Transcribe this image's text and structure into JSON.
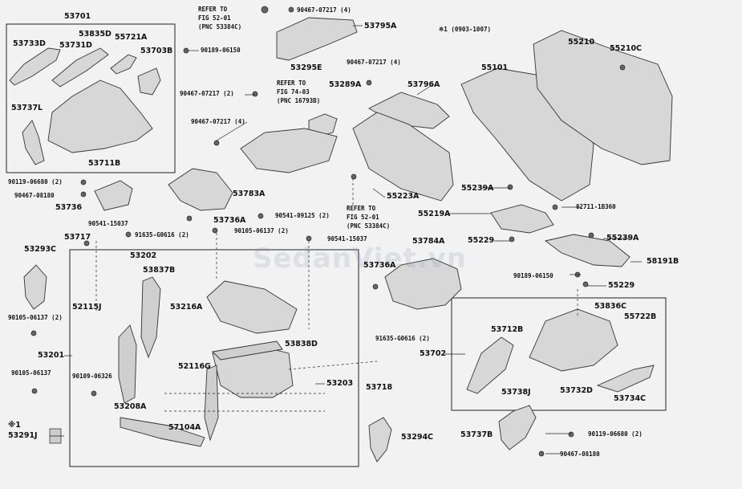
{
  "watermark": "SedanViet.vn",
  "note_range": "※1 (0903-1007)",
  "note_mark_left": "※1",
  "labels": {
    "p53701": "53701",
    "p53733D": "53733D",
    "p53835D": "53835D",
    "p53731D": "53731D",
    "p55721A": "55721A",
    "p53703B": "53703B",
    "p90189_06150_top": "90189-06150",
    "p53737L": "53737L",
    "p53711B": "53711B",
    "p90119_06680_L": "90119-06680 (2)",
    "p90467_08180_L": "90467-08180",
    "p53736": "53736",
    "p90541_15037_a": "90541-15037",
    "p53717": "53717",
    "p91635_G0616_a": "91635-G0616 (2)",
    "p53293C": "53293C",
    "p90105_06137_2L": "90105-06137 (2)",
    "p52115J": "52115J",
    "p53201": "53201",
    "p90105_06137_L": "90105-06137",
    "p90109_06326": "90109-06326",
    "p53291J": "53291J",
    "p53202": "53202",
    "p53837B": "53837B",
    "p53216A": "53216A",
    "p52116G": "52116G",
    "p53208A": "53208A",
    "p57104A": "57104A",
    "p53838D": "53838D",
    "p53203": "53203",
    "ref1_a": "REFER TO",
    "ref1_b": "FIG 52-01",
    "ref1_c": "(PNC 53384C)",
    "p90467_07217_4_top": "90467-07217 (4)",
    "p53795A": "53795A",
    "p53295E": "53295E",
    "ref2_a": "REFER TO",
    "ref2_b": "FIG 74-03",
    "ref2_c": "(PNC 16793B)",
    "p53289A": "53289A",
    "p90467_07217_2": "90467-07217 (2)",
    "p90467_07217_4_mid": "90467-07217 (4)",
    "p90467_07217_4_r": "90467-07217 (4)",
    "p53796A": "53796A",
    "p53783A": "53783A",
    "p53736A_top": "53736A",
    "p90541_09125": "90541-09125 (2)",
    "p90105_06137_2M": "90105-06137 (2)",
    "ref3_a": "REFER TO",
    "ref3_b": "FIG 52-01",
    "ref3_c": "(PNC 53384C)",
    "p55223A": "55223A",
    "p90541_15037_b": "90541-15037",
    "p53784A": "53784A",
    "p53736A_mid": "53736A",
    "p91635_G0616_b": "91635-G0616 (2)",
    "p53702": "53702",
    "p53718": "53718",
    "p53294C": "53294C",
    "p55101": "55101",
    "p55210": "55210",
    "p55210C": "55210C",
    "p55239A_a": "55239A",
    "p55219A": "55219A",
    "p82711_1B360": "82711-1B360",
    "p55229_a": "55229",
    "p55239A_b": "55239A",
    "p58191B": "58191B",
    "p90189_06150_R": "90189-06150",
    "p55229_b": "55229",
    "p53836C": "53836C",
    "p55722B": "55722B",
    "p53712B": "53712B",
    "p53738J": "53738J",
    "p53732D": "53732D",
    "p53734C": "53734C",
    "p53737B": "53737B",
    "p90119_06680_R": "90119-06680 (2)",
    "p90467_08180_R": "90467-08180"
  }
}
